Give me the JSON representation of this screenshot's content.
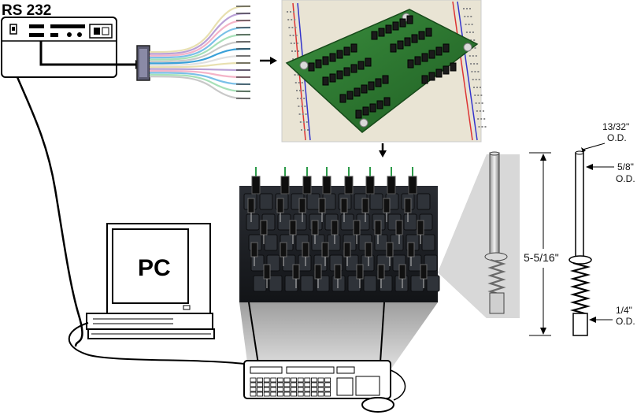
{
  "labels": {
    "rs232": "RS 232",
    "pc": "PC",
    "dim_top_size": "13/32\"",
    "dim_top_unit": "O.D.",
    "dim_mid_size": "5/8\"",
    "dim_mid_unit": "O.D.",
    "dim_length": "5-5/16\"",
    "dim_bottom_size": "1/4\"",
    "dim_bottom_unit": "O.D."
  },
  "cable_colors": [
    "#e8e0b0",
    "#b9a0d6",
    "#f4b4c8",
    "#7ac0e8",
    "#a7e0b8",
    "#c8c8c8",
    "#3aa0d8",
    "#e0e0e0"
  ],
  "colors": {
    "pcb": "#2e7d32",
    "breadboard": "#e9e4d4",
    "keyboard": "#1e2126",
    "plunger_wire": "#2e9b4a",
    "shade": "#bfbfbf"
  }
}
